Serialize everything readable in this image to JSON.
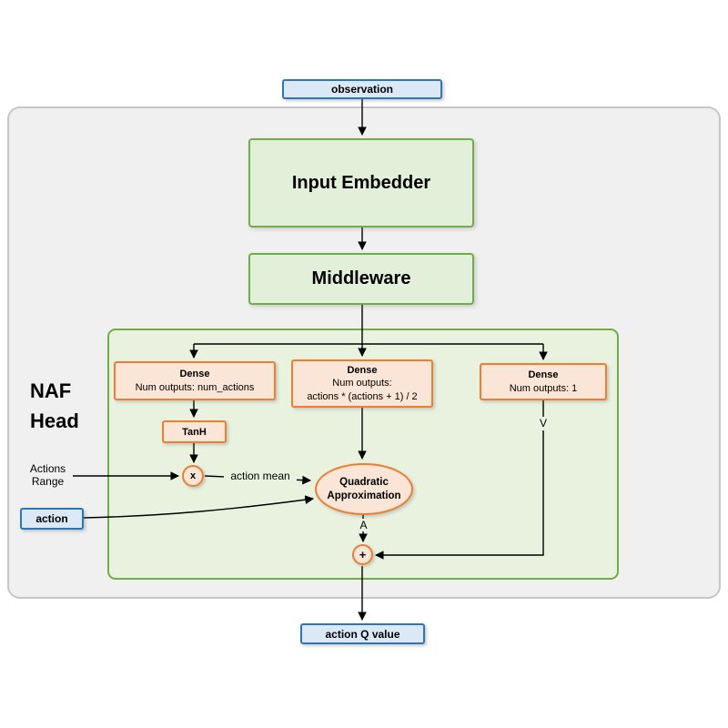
{
  "nodes": {
    "observation": {
      "label": "observation"
    },
    "input_embedder": {
      "label": "Input Embedder"
    },
    "middleware": {
      "label": "Middleware"
    },
    "naf_head": {
      "line1": "NAF",
      "line2": "Head"
    },
    "dense_mu": {
      "title": "Dense",
      "line1": "Num outputs: num_actions"
    },
    "dense_l": {
      "title": "Dense",
      "line1": "Num outputs:",
      "line2": "actions * (actions + 1) / 2"
    },
    "dense_v": {
      "title": "Dense",
      "line1": "Num outputs: 1"
    },
    "tanh": {
      "label": "TanH"
    },
    "multiply": {
      "label": "x"
    },
    "plus": {
      "label": "+"
    },
    "quadratic": {
      "line1": "Quadratic",
      "line2": "Approximation"
    },
    "action": {
      "label": "action"
    },
    "action_q_value": {
      "label": "action Q value"
    }
  },
  "labels": {
    "actions_range_line1": "Actions",
    "actions_range_line2": "Range",
    "action_mean": "action mean",
    "v": "V",
    "a": "A"
  },
  "colors": {
    "blue_border": "#2e75b6",
    "blue_fill": "#dbe9f6",
    "green_border": "#70ad47",
    "green_fill": "#e2efd9",
    "naf_fill": "#e8f2df",
    "orange_border": "#ed7d31",
    "orange_fill": "#fbe5d6",
    "gray_fill": "#f0f0f0",
    "gray_border": "#c6c6c6",
    "line": "#000000"
  }
}
